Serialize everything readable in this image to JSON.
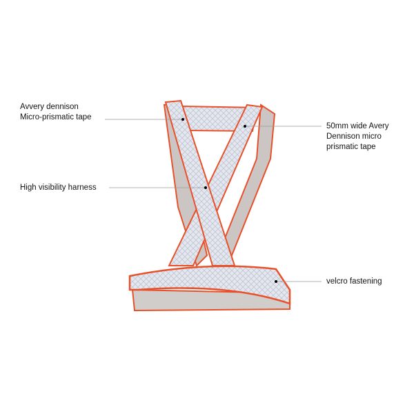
{
  "callouts": {
    "tape_left": {
      "line1": "Avvery dennison",
      "line2": "Micro-prismatic tape"
    },
    "harness": {
      "text": "High visibility harness"
    },
    "tape_right": {
      "line1": "50mm wide Avery",
      "line2": "Dennison micro",
      "line3": "prismatic tape"
    },
    "velcro": {
      "text": "velcro fastening"
    }
  },
  "colors": {
    "trim": "#e8502a",
    "tape": "#dfe3ea",
    "inner": "#c9c4c2"
  }
}
